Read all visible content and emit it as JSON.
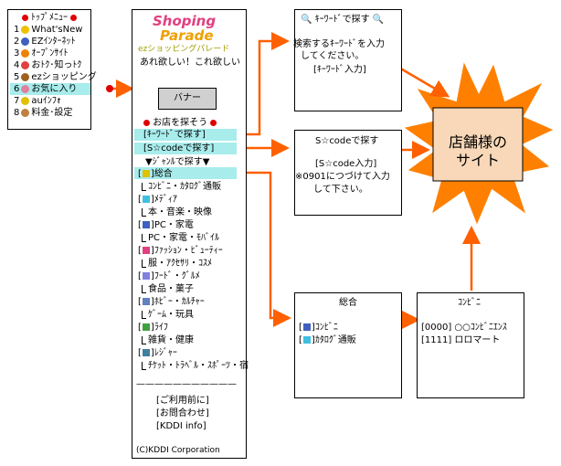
{
  "top_menu": {
    "title": "ﾄｯﾌﾟﾒﾆｭｰ",
    "items": [
      {
        "num": "1",
        "label": "What'sNew",
        "icon_color": "#f0c000"
      },
      {
        "num": "2",
        "label": "EZｲﾝﾀｰﾈｯﾄ",
        "icon_color": "#4060c0"
      },
      {
        "num": "3",
        "label": "ｵｰﾌﾟﾝｻｲﾄ",
        "icon_color": "#f08000"
      },
      {
        "num": "4",
        "label": "おﾄｸ･知っﾄｸ",
        "icon_color": "#e04040"
      },
      {
        "num": "5",
        "label": "ezショッピング",
        "icon_color": "#a06020"
      },
      {
        "num": "6",
        "label": "お気に入り",
        "icon_color": "#e080a0"
      },
      {
        "num": "7",
        "label": "auｲﾝﾌｫ",
        "icon_color": "#e0c000"
      },
      {
        "num": "8",
        "label": "料金･設定",
        "icon_color": "#c08040"
      }
    ]
  },
  "shopping": {
    "logo_line1": "Shoping",
    "logo_line2": "Parade",
    "logo_sub": "ezショッピングパレード",
    "tagline": "あれ欲しい！これ欲しい",
    "banner": "バナー",
    "find_shop": "お店を探そう",
    "keyword_search": "[ｷｰﾜｰﾄﾞで探す]",
    "scode_search": "[S☆codeで探す]",
    "genre_search": "▼ｼﾞｬﾝﾙで探す▼",
    "genres": [
      {
        "type": "bracket",
        "label": "総合",
        "icon_color": "#e0c000"
      },
      {
        "type": "sub",
        "label": "ｺﾝﾋﾞﾆ・ｶﾀﾛｸﾞ通販"
      },
      {
        "type": "bracket",
        "label": "ﾒﾃﾞｨｱ",
        "icon_color": "#40c0e0"
      },
      {
        "type": "sub",
        "label": "本・音楽・映像"
      },
      {
        "type": "bracket",
        "label": "PC・家電",
        "icon_color": "#4060c0"
      },
      {
        "type": "sub",
        "label": "PC・家電・ﾓﾊﾞｲﾙ"
      },
      {
        "type": "bracket",
        "label": "ﾌｧｯｼｮﾝ・ﾋﾞｭｰﾃｨｰ",
        "icon_color": "#e04080"
      },
      {
        "type": "sub",
        "label": "服・ｱｸｾｻﾘ・ｺｽﾒ"
      },
      {
        "type": "bracket",
        "label": "ﾌｰﾄﾞ・ｸﾞﾙﾒ",
        "icon_color": "#8080e0"
      },
      {
        "type": "sub",
        "label": "食品・菓子"
      },
      {
        "type": "bracket",
        "label": "ﾎﾋﾞｰ・ｶﾙﾁｬｰ",
        "icon_color": "#6080c0"
      },
      {
        "type": "sub",
        "label": "ｹﾞｰﾑ・玩具"
      },
      {
        "type": "bracket",
        "label": "ﾗｲﾌ",
        "icon_color": "#40a040"
      },
      {
        "type": "sub",
        "label": "雑貨・健康"
      },
      {
        "type": "bracket",
        "label": "ﾚｼﾞｬｰ",
        "icon_color": "#4080a0"
      },
      {
        "type": "sub",
        "label": "ﾁｹｯﾄ・ﾄﾗﾍﾞﾙ・ｽﾎﾟｰﾂ・宿"
      }
    ],
    "divider": "———————————",
    "footer_links": [
      "[ご利用前に]",
      "[お問合わせ]",
      "[KDDI info]"
    ],
    "copyright": "(C)KDDI  Corporation"
  },
  "keyword_box": {
    "title": "ｷｰﾜｰﾄﾞで探す",
    "line1": "検索するｷｰﾜｰﾄﾞを入力",
    "line2": "してください。",
    "input": "[ｷｰﾜｰﾄﾞ入力]"
  },
  "scode_box": {
    "title": "S☆codeで探す",
    "input": "[S☆code入力]",
    "note1": "※0901につづけて入力",
    "note2": "して下さい。"
  },
  "sogo_box": {
    "title": "総合",
    "items": [
      {
        "label": "ｺﾝﾋﾞﾆ",
        "icon_color": "#4060c0"
      },
      {
        "label": "ｶﾀﾛｸﾞ通販",
        "icon_color": "#40c0e0"
      }
    ]
  },
  "konbini_box": {
    "title": "ｺﾝﾋﾞﾆ",
    "items": [
      "[0000] ○○ｺﾝﾋﾞﾆｴﾝｽ",
      "[1111] ロロマート"
    ]
  },
  "store_site": {
    "line1": "店舗様の",
    "line2": "サイト",
    "burst_color": "#ff8000",
    "fill_color": "#f8d8b8"
  },
  "colors": {
    "arrow": "#ff6000",
    "highlight": "#a8ecec",
    "red_dot": "#e00000"
  }
}
